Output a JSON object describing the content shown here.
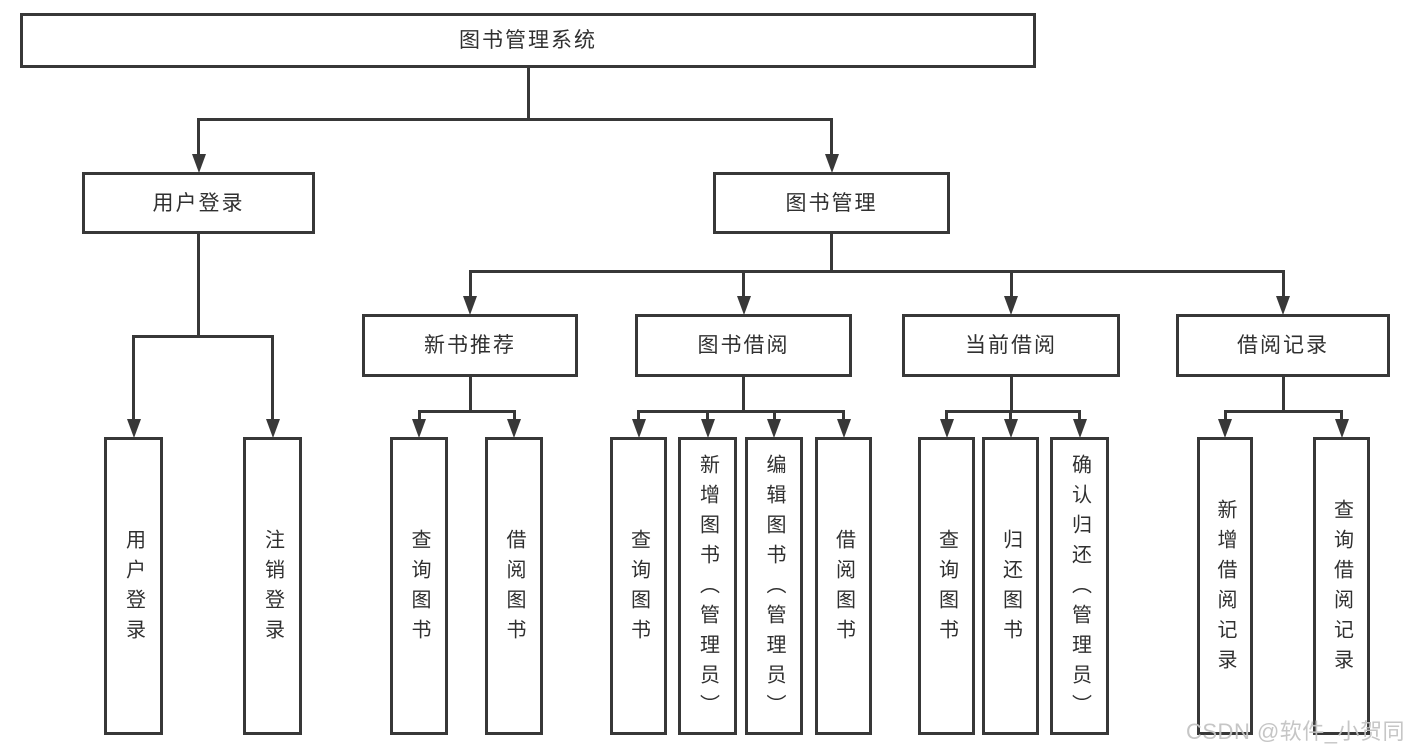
{
  "nodes": {
    "root": "图书管理系统",
    "user-login": "用户登录",
    "book-mgmt": "图书管理",
    "new-book-rec": "新书推荐",
    "book-borrow": "图书借阅",
    "current-borrow": "当前借阅",
    "borrow-record": "借阅记录",
    "leaf-user-login": "用户登录",
    "leaf-logout": "注销登录",
    "leaf-query-book-rec": "查询图书",
    "leaf-borrow-book-rec": "借阅图书",
    "leaf-query-book-borrow": "查询图书",
    "leaf-add-book-admin": "新增图书（管理员）",
    "leaf-edit-book-admin": "编辑图书（管理员）",
    "leaf-borrow-book-2": "借阅图书",
    "leaf-query-book-current": "查询图书",
    "leaf-return-book": "归还图书",
    "leaf-confirm-return-admin": "确认归还（管理员）",
    "leaf-add-borrow-record": "新增借阅记录",
    "leaf-query-borrow-record": "查询借阅记录"
  },
  "watermark": {
    "text": "CSDN @软件_小贺同学"
  }
}
